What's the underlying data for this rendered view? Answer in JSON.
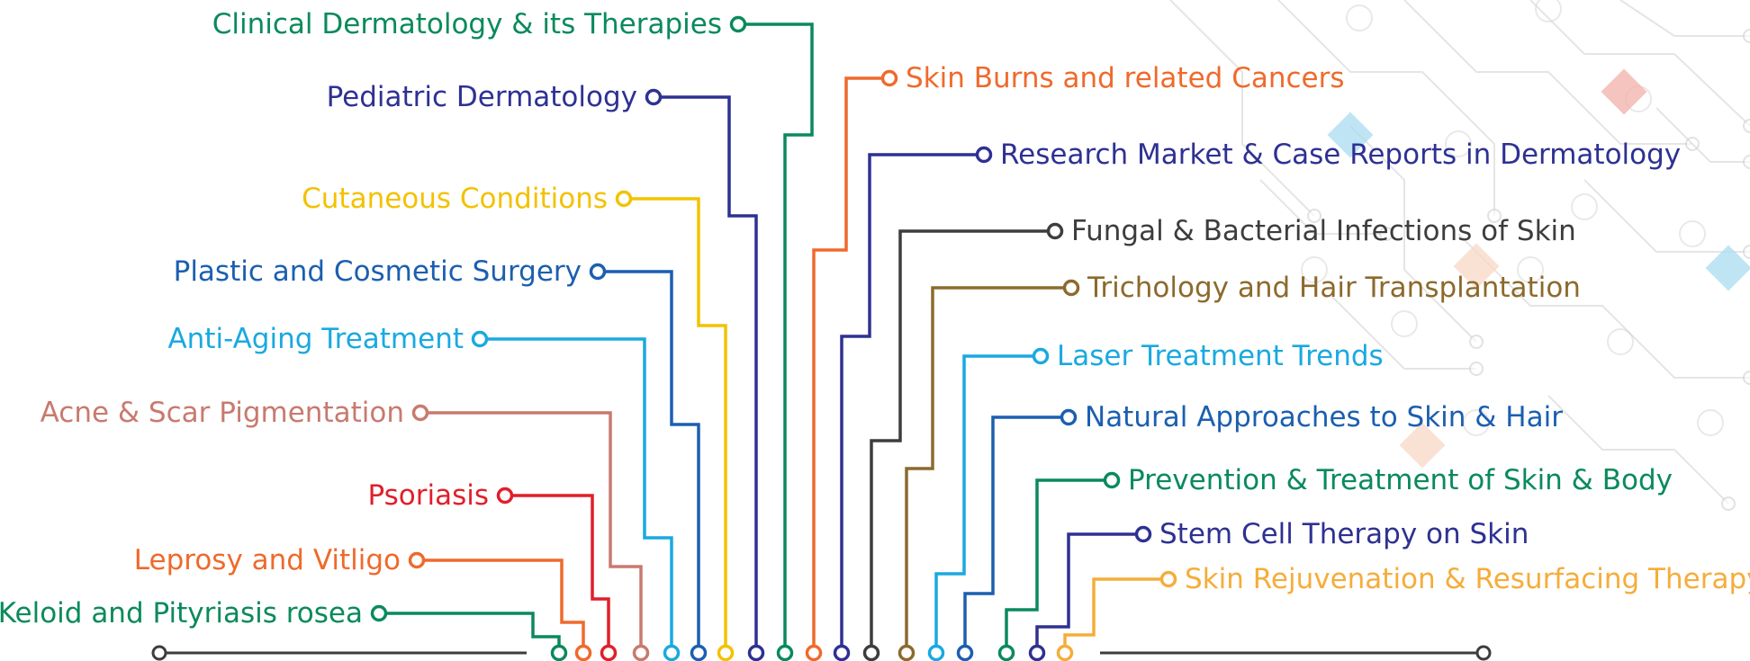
{
  "diagram": {
    "topics": [
      {
        "id": "clinical",
        "label": "Clinical Dermatology & its Therapies",
        "color": "#0a8a5c",
        "side": "left"
      },
      {
        "id": "pediatric",
        "label": "Pediatric Dermatology",
        "color": "#2e3192",
        "side": "left"
      },
      {
        "id": "cutaneous",
        "label": "Cutaneous Conditions",
        "color": "#f2c200",
        "side": "left"
      },
      {
        "id": "plastic",
        "label": "Plastic and Cosmetic Surgery",
        "color": "#1b5fb0",
        "side": "left"
      },
      {
        "id": "antiaging",
        "label": "Anti-Aging Treatment",
        "color": "#1aa9e0",
        "side": "left"
      },
      {
        "id": "acne",
        "label": "Acne & Scar Pigmentation",
        "color": "#c87a6f",
        "side": "left"
      },
      {
        "id": "psoriasis",
        "label": "Psoriasis",
        "color": "#e01f2a",
        "side": "left"
      },
      {
        "id": "leprosy",
        "label": "Leprosy and Vitligo",
        "color": "#ef6a2c",
        "side": "left"
      },
      {
        "id": "keloid",
        "label": "Keloid and Pityriasis rosea",
        "color": "#0a8a5c",
        "side": "left"
      },
      {
        "id": "burns",
        "label": "Skin Burns and related Cancers",
        "color": "#ef6a2c",
        "side": "right"
      },
      {
        "id": "research",
        "label": "Research Market & Case Reports in Dermatology",
        "color": "#2e3192",
        "side": "right"
      },
      {
        "id": "fungal",
        "label": "Fungal & Bacterial Infections of Skin",
        "color": "#3d3d3d",
        "side": "right"
      },
      {
        "id": "trichology",
        "label": "Trichology and Hair Transplantation",
        "color": "#8c6a2c",
        "side": "right"
      },
      {
        "id": "laser",
        "label": "Laser Treatment Trends",
        "color": "#1aa9e0",
        "side": "right"
      },
      {
        "id": "natural",
        "label": "Natural Approaches to Skin & Hair",
        "color": "#1b5fb0",
        "side": "right"
      },
      {
        "id": "prevention",
        "label": "Prevention & Treatment of Skin & Body",
        "color": "#0a8a5c",
        "side": "right"
      },
      {
        "id": "stemcell",
        "label": "Stem Cell Therapy on Skin",
        "color": "#2e3192",
        "side": "right"
      },
      {
        "id": "rejuvenation",
        "label": "Skin Rejuvenation & Resurfacing Therapy",
        "color": "#f5ad3a",
        "side": "right"
      }
    ],
    "baseline_color": "#3d3d3d",
    "background_pattern_color": "#cfcfcf"
  }
}
